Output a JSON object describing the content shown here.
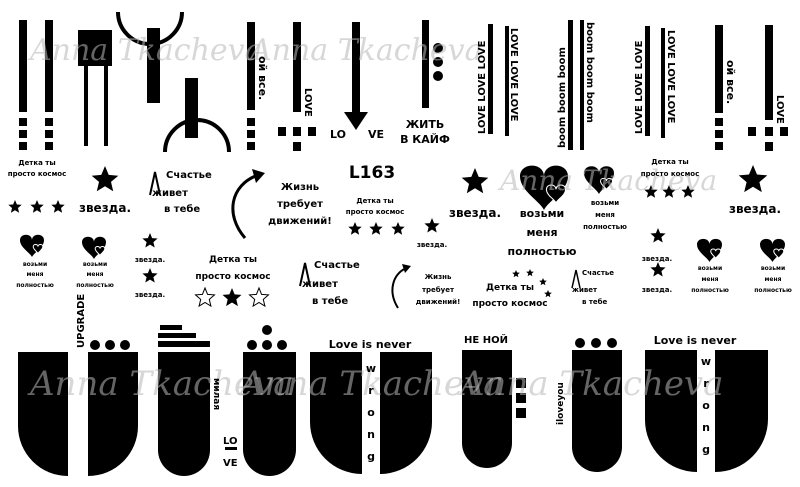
{
  "sheet": {
    "code": "L163",
    "watermark": "Anna Tkacheva",
    "ink_color": "#000000",
    "watermark_color": "#b8b8b8"
  },
  "top": {
    "oi_vse": "ой все.",
    "love": "LOVE",
    "lo": "LO",
    "ve": "VE",
    "zhit": "ЖИТЬ",
    "v_kaif": "В КАЙФ",
    "love3": "LOVE LOVE LOVE",
    "boom3": "boom boom boom"
  },
  "stickers": {
    "detka_1": "Детка ты",
    "detka_2": "просто космос",
    "zvezda": "звезда.",
    "schastye_1": "Счастье",
    "schastye_2": "живет",
    "schastye_3": "в тебе",
    "zhizn_1": "Жизнь",
    "zhizn_2": "требует",
    "zhizn_3": "движений!",
    "vozmi_1": "возьми",
    "vozmi_2": "меня",
    "vozmi_3": "полностью"
  },
  "nails": {
    "upgrade": "UPGRADE",
    "milaya": "милая",
    "lo": "LO",
    "ve": "VE",
    "love_is_never": "Love is never",
    "wrong": [
      "w",
      "r",
      "o",
      "n",
      "g"
    ],
    "ne_noi": "НЕ НОЙ",
    "iloveyou": "iloveyou"
  }
}
